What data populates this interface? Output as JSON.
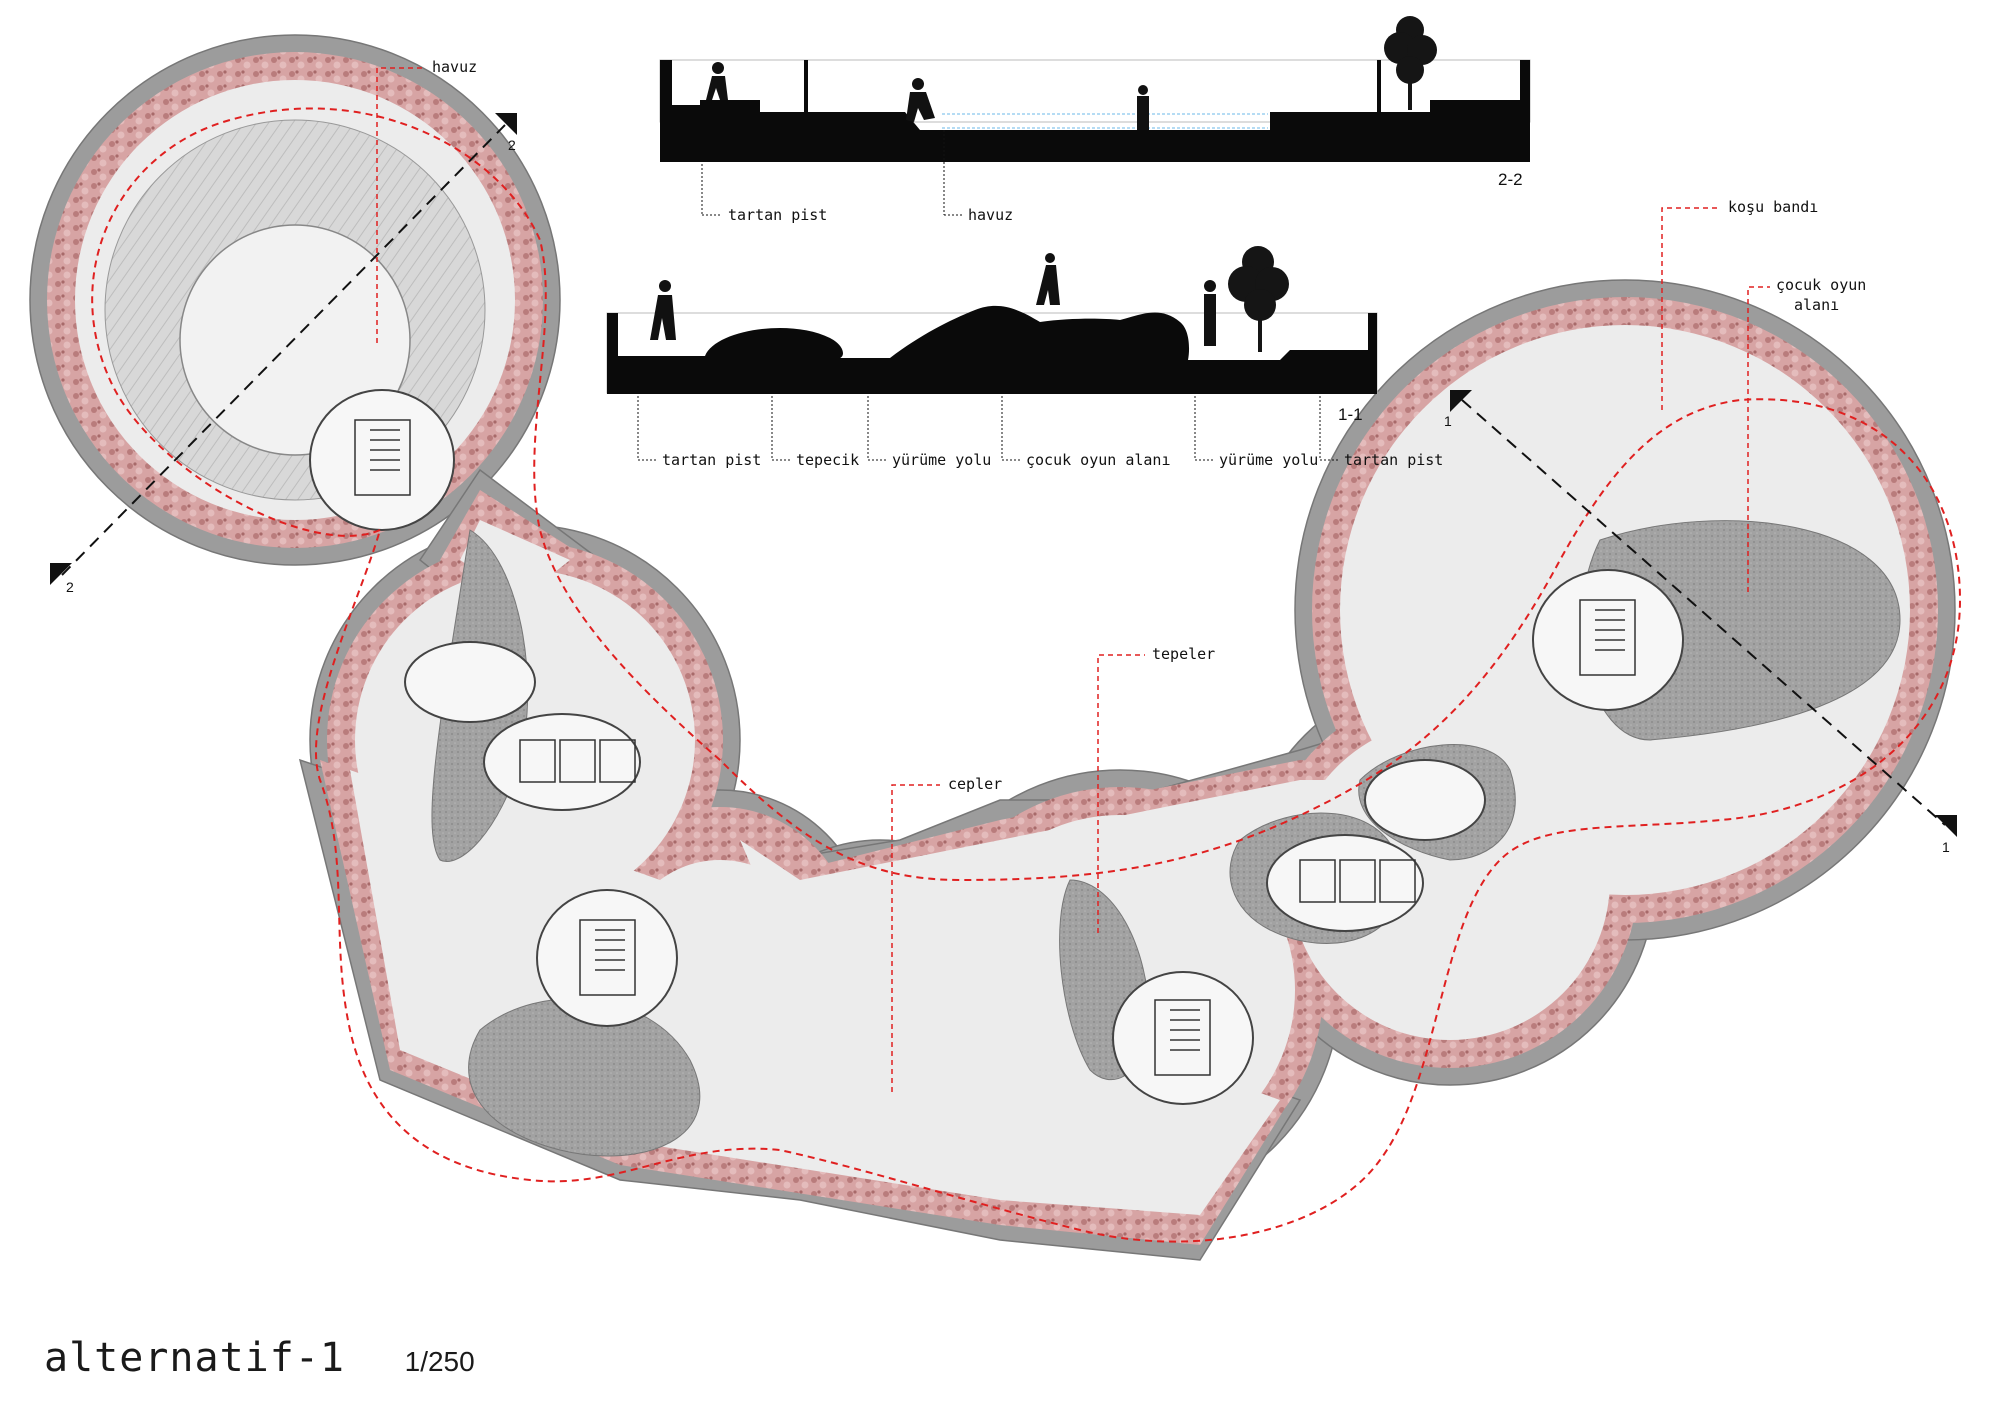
{
  "plan": {
    "title": "alternatif-1",
    "scale": "1/250"
  },
  "callouts": {
    "havuz": "havuz",
    "kosu_bandi": "koşu bandı",
    "cocuk_line1": "çocuk oyun",
    "cocuk_line2": "alanı",
    "tepeler": "tepeler",
    "cepler": "cepler"
  },
  "section_cuts": {
    "cut1": "1",
    "cut2": "2"
  },
  "section_2_2": {
    "name": "2-2",
    "labels": [
      "tartan pist",
      "havuz"
    ]
  },
  "section_1_1": {
    "name": "1-1",
    "labels": [
      "tartan pist",
      "tepecik",
      "yürüme yolu",
      "çocuk oyun alanı",
      "yürüme yolu",
      "tartan pist"
    ]
  },
  "colors": {
    "edge": "#9a9a9a",
    "path": "#e6e6e6",
    "rubber": "#d9a0a0",
    "mound": "#9c9c9c",
    "dashed_red": "#e02020",
    "section_fill": "#0a0a0a"
  }
}
